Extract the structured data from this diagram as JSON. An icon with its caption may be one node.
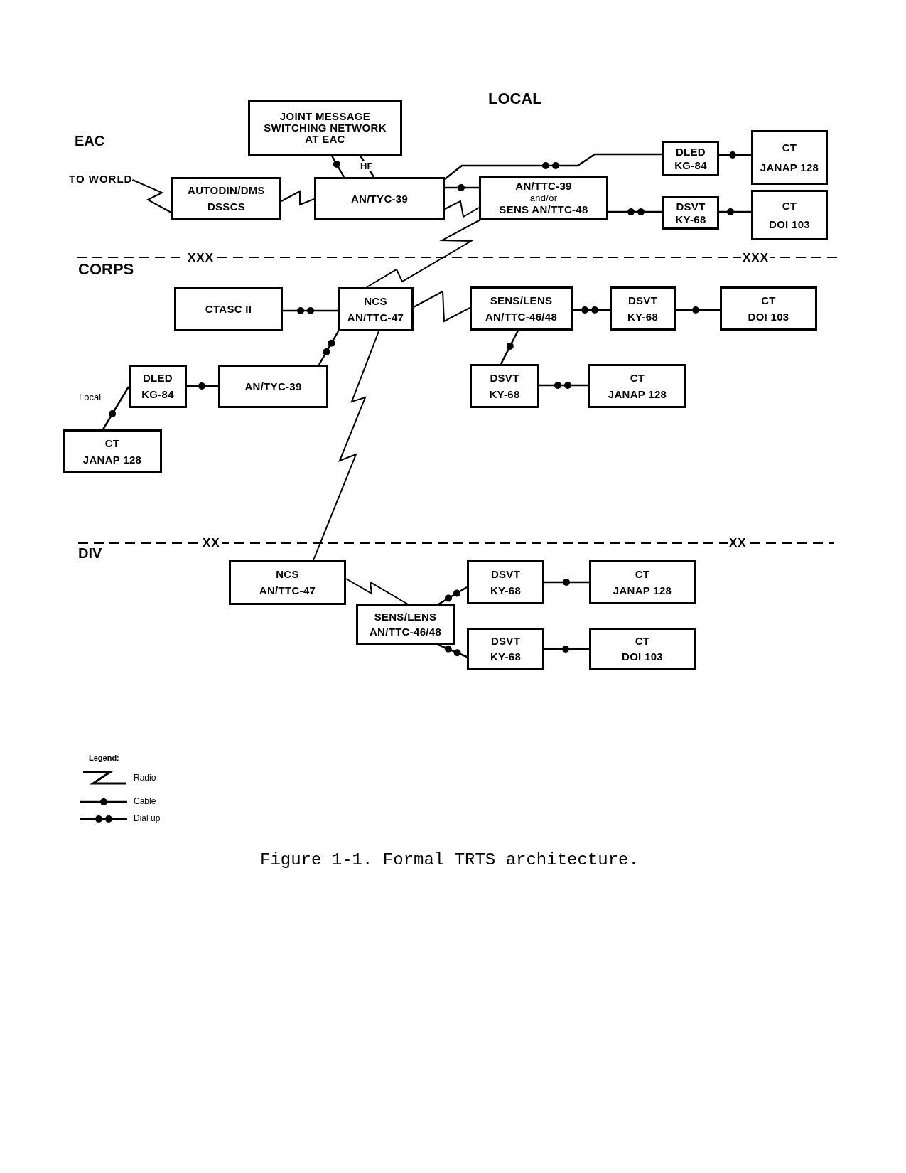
{
  "diagram": {
    "caption": "Figure 1-1. Formal TRTS architecture.",
    "nodes": [
      {
        "text": [
          "JOINT MESSAGE SWITCHING NETWORK AT EAC"
        ]
      },
      {
        "text": [
          "TO WORLD"
        ]
      },
      {
        "text": [
          "AUTODIN/DMS",
          "DSSCS"
        ]
      },
      {
        "text": [
          "AN/TYC-39"
        ]
      },
      {
        "text": [
          "AN/TTC-39",
          "and/or",
          "SENS AN/TTC-48"
        ]
      },
      {
        "text": [
          "DLED",
          "KG-84"
        ]
      },
      {
        "text": [
          "CT",
          "JANAP 128"
        ]
      },
      {
        "text": [
          "DSVT",
          "KY-68"
        ]
      },
      {
        "text": [
          "CT",
          "DOI 103"
        ]
      },
      {
        "text": [
          "CTASC II"
        ]
      },
      {
        "text": [
          "NCS",
          "AN/TTC-47"
        ]
      },
      {
        "text": [
          "SENS/LENS",
          "AN/TTC-46/48"
        ]
      },
      {
        "text": [
          "DSVT",
          "KY-68"
        ]
      },
      {
        "text": [
          "CT",
          "DOI 103"
        ]
      },
      {
        "text": [
          "DLED",
          "KG-84"
        ]
      },
      {
        "text": [
          "AN/TYC-39"
        ]
      },
      {
        "text": [
          "DSVT",
          "KY-68"
        ]
      },
      {
        "text": [
          "CT",
          "JANAP 128"
        ]
      },
      {
        "text": [
          "CT",
          "JANAP 128"
        ]
      },
      {
        "text": [
          "NCS",
          "AN/TTC-47"
        ]
      },
      {
        "text": [
          "DSVT",
          "KY-68"
        ]
      },
      {
        "text": [
          "CT",
          "JANAP 128"
        ]
      },
      {
        "text": [
          "SENS/LENS",
          "AN/TTC-46/48"
        ]
      },
      {
        "text": [
          "DSVT",
          "KY-68"
        ]
      },
      {
        "text": [
          "CT",
          "DOI 103"
        ]
      }
    ],
    "edges": [
      {
        "from": 1,
        "to": 2,
        "arrow": "none"
      },
      {
        "from": 2,
        "to": 3,
        "arrow": "none"
      },
      {
        "from": 0,
        "to": 3,
        "arrow": "none"
      },
      {
        "from": 0,
        "to": 3,
        "arrow": "none",
        "label": "HF"
      },
      {
        "from": 3,
        "to": 5,
        "arrow": "none"
      },
      {
        "from": 3,
        "to": 4,
        "arrow": "none"
      },
      {
        "from": 3,
        "to": 4,
        "arrow": "none"
      },
      {
        "from": 5,
        "to": 6,
        "arrow": "none"
      },
      {
        "from": 4,
        "to": 7,
        "arrow": "none"
      },
      {
        "from": 7,
        "to": 8,
        "arrow": "none"
      },
      {
        "from": 4,
        "to": 10,
        "arrow": "none"
      },
      {
        "from": 9,
        "to": 10,
        "arrow": "none"
      },
      {
        "from": 10,
        "to": 11,
        "arrow": "none"
      },
      {
        "from": 11,
        "to": 12,
        "arrow": "none"
      },
      {
        "from": 12,
        "to": 13,
        "arrow": "none"
      },
      {
        "from": 11,
        "to": 16,
        "arrow": "none"
      },
      {
        "from": 16,
        "to": 17,
        "arrow": "none"
      },
      {
        "from": 10,
        "to": 15,
        "arrow": "none"
      },
      {
        "from": 15,
        "to": 14,
        "arrow": "none"
      },
      {
        "from": 14,
        "to": 18,
        "arrow": "none",
        "label": "Local"
      },
      {
        "from": 10,
        "to": 19,
        "arrow": "none"
      },
      {
        "from": 19,
        "to": 22,
        "arrow": "none"
      },
      {
        "from": 22,
        "to": 20,
        "arrow": "none"
      },
      {
        "from": 20,
        "to": 21,
        "arrow": "none"
      },
      {
        "from": 22,
        "to": 23,
        "arrow": "none"
      },
      {
        "from": 23,
        "to": 24,
        "arrow": "none"
      }
    ],
    "labels": [
      "LOCAL",
      "EAC",
      "XXX",
      "XXX",
      "CORPS",
      "XX",
      "XX",
      "DIV",
      "Legend:"
    ],
    "legend": [
      {
        "text": "Radio"
      },
      {
        "text": "Cable"
      },
      {
        "text": "Dial up"
      }
    ]
  }
}
